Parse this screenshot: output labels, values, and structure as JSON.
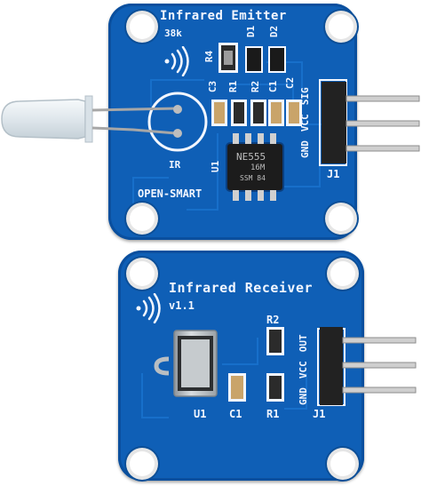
{
  "emitter": {
    "title": "Infrared Emitter",
    "frequency": "38k",
    "refs": {
      "r4": "R4",
      "d1": "D1",
      "d2": "D2",
      "c3": "C3",
      "r1": "R1",
      "r2": "R2",
      "c1": "C1",
      "c2": "C2",
      "ir": "IR",
      "u1": "U1",
      "j1": "J1"
    },
    "pins": [
      "GND",
      "VCC",
      "SIG"
    ],
    "chip": {
      "line1": "NE555",
      "line2": "16M",
      "line3": "SSM 84"
    },
    "brand": "OPEN-SMART"
  },
  "receiver": {
    "title": "Infrared Receiver",
    "version": "v1.1",
    "refs": {
      "r2": "R2",
      "u1": "U1",
      "c1": "C1",
      "r1": "R1",
      "j1": "J1"
    },
    "pins": [
      "GND",
      "VCC",
      "OUT"
    ]
  },
  "colors": {
    "pcb": "#0f5fb6",
    "silkscreen": "#f2f6ff",
    "header_pins": "#cfcfcf",
    "led_lens": "#e8eef2"
  }
}
